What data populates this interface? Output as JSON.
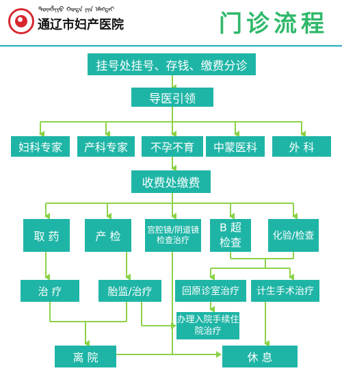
{
  "header": {
    "mongolian_text": "ᠲᠦᠩᠯᠢᠶᠣ ᠬᠣᠲᠠ ᠶᠢᠨ ᠡᠮᠡᠭᠲᠡᠢ",
    "hospital_name": "通辽市妇产医院",
    "page_title": "门诊流程"
  },
  "colors": {
    "node_fill": "#1fb5a6",
    "connector": "#8bd246",
    "title": "#2fb86a",
    "logo": "#d7262e",
    "rule": "#20a9b7"
  },
  "flow": {
    "register": "挂号处挂号、存钱、缴费分诊",
    "guide": "导医引领",
    "departments": [
      "妇科专家",
      "产科专家",
      "不孕不育",
      "中蒙医科",
      "外 科"
    ],
    "payment": "收费处缴费",
    "take_medicine": "取 药",
    "prenatal_check": "产 检",
    "endoscopy": "宫腔镜/阴道镜检查治疗",
    "b_ultrasound_1": "B 超",
    "b_ultrasound_2": "检查",
    "lab_test": "化验/检查",
    "treatment": "治 疗",
    "fetal_monitor": "胎监/治疗",
    "return_clinic": "回原诊室治疗",
    "family_planning": "计生手术治疗",
    "admission": "办理入院手续住院治疗",
    "discharge": "离 院",
    "rest": "休 息"
  }
}
